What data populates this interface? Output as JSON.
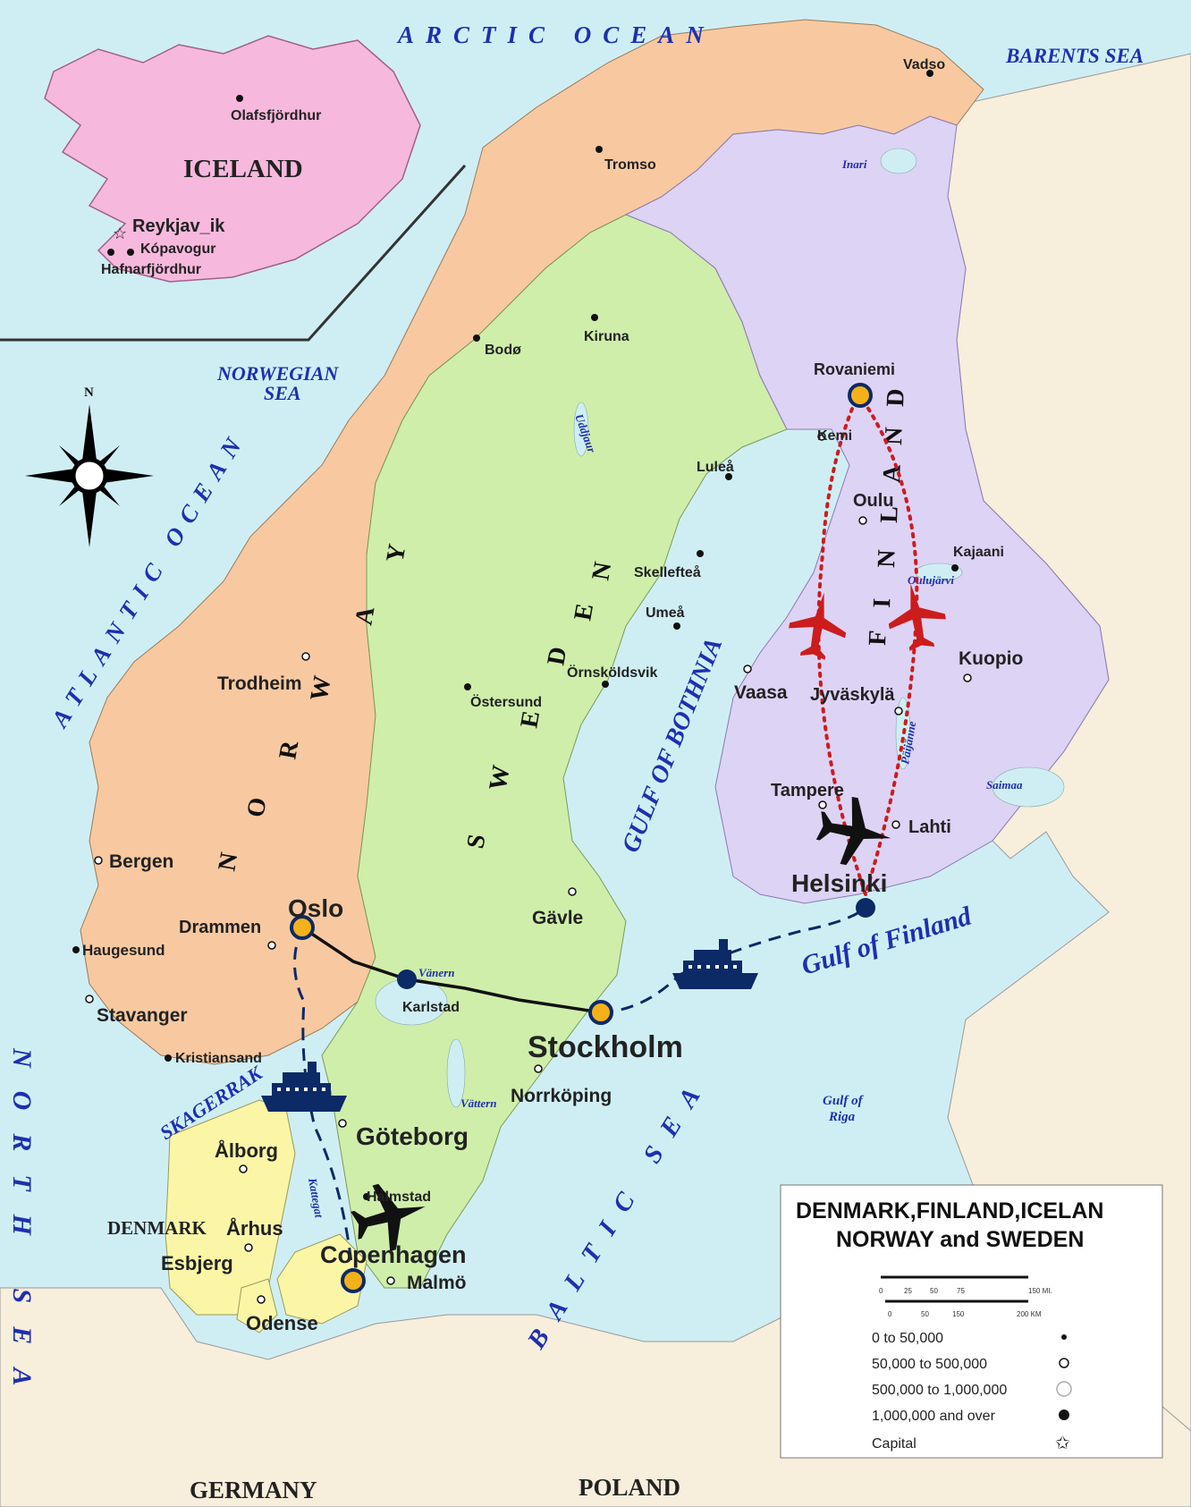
{
  "oceans": {
    "arctic": "ARCTIC OCEAN",
    "barents": "BARENTS SEA",
    "norwegian_1": "NORWEGIAN",
    "norwegian_2": "SEA",
    "atlantic": "ATLANTIC OCEAN",
    "north_sea": "NORTH SEA",
    "baltic": "BALTIC SEA",
    "bothnia": "GULF OF BOTHNIA",
    "gulf_finland": "Gulf of Finland",
    "skagerrak": "SKAGERRAK",
    "riga_1": "Gulf of",
    "riga_2": "Riga"
  },
  "lakes": {
    "inari": "Inari",
    "oulujarvi": "Oulujärvi",
    "paijanne": "Päijänne",
    "saimaa": "Saimaa",
    "vanern": "Vänern",
    "vattern": "Vättern",
    "uddjaur": "Uddjaur",
    "kattegat": "Kattegat"
  },
  "countries": {
    "iceland": "ICELAND",
    "denmark": "DENMARK",
    "germany": "GERMANY",
    "poland": "POLAND",
    "norway": [
      "N",
      "O",
      "R",
      "W",
      "A",
      "Y"
    ],
    "sweden": [
      "S",
      "W",
      "E",
      "D",
      "E",
      "N"
    ],
    "finland": [
      "F",
      "I",
      "N",
      "L",
      "A",
      "N",
      "D"
    ]
  },
  "compass": {
    "north": "N"
  },
  "cities": {
    "vadso": "Vadso",
    "olafsfjordhur": "Olafsfjördhur",
    "reykjavik": "Reykjav_ik",
    "kopavogur": "Kópavogur",
    "hafnarfjordhur": "Hafnarfjördhur",
    "tromso": "Tromso",
    "bodo": "Bodø",
    "kiruna": "Kiruna",
    "rovaniemi": "Rovaniemi",
    "kemi": "Kemi",
    "lulea": "Luleå",
    "oulu": "Oulu",
    "kajaani": "Kajaani",
    "skelleftea": "Skellefteå",
    "umea": "Umeå",
    "ornskoldsvik": "Örnsköldsvik",
    "ostersund": "Östersund",
    "kuopio": "Kuopio",
    "vaasa": "Vaasa",
    "jyvaskyla": "Jyväskylä",
    "trodheim": "Trodheim",
    "tampere": "Tampere",
    "lahti": "Lahti",
    "helsinki": "Helsinki",
    "bergen": "Bergen",
    "gavle": "Gävle",
    "oslo": "Oslo",
    "drammen": "Drammen",
    "haugesund": "Haugesund",
    "karlstad": "Karlstad",
    "stavanger": "Stavanger",
    "stockholm": "Stockholm",
    "kristiansand": "Kristiansand",
    "norrkoping": "Norrköping",
    "goteborg": "Göteborg",
    "alborg": "Ålborg",
    "halmstad": "Halmstad",
    "arhus": "Århus",
    "copenhagen": "Copenhagen",
    "esbjerg": "Esbjerg",
    "malmo": "Malmö",
    "odense": "Odense"
  },
  "legend": {
    "title_1": "DENMARK,FINLAND,ICELAN",
    "title_2": "NORWAY and SWEDEN",
    "scale_mi": [
      "0",
      "25",
      "50",
      "75",
      "150 MI."
    ],
    "scale_km": [
      "0",
      "50",
      "150",
      "200 KM"
    ],
    "pop_1": "0 to 50,000",
    "pop_2": "50,000 to 500,000",
    "pop_3": "500,000 to 1,000,000",
    "pop_4": "1,000,000 and over",
    "capital": "Capital"
  },
  "colors": {
    "sea": "#cfeef4",
    "norway": "#f8c9a0",
    "sweden": "#cfeeaa",
    "finland": "#ddd3f5",
    "iceland": "#f7b8de",
    "denmark": "#fbf6a6",
    "mainland": "#f7eedb",
    "route_red": "#cc1c1c",
    "route_blue": "#0b2a66",
    "stop_gold": "#f4b11a"
  }
}
